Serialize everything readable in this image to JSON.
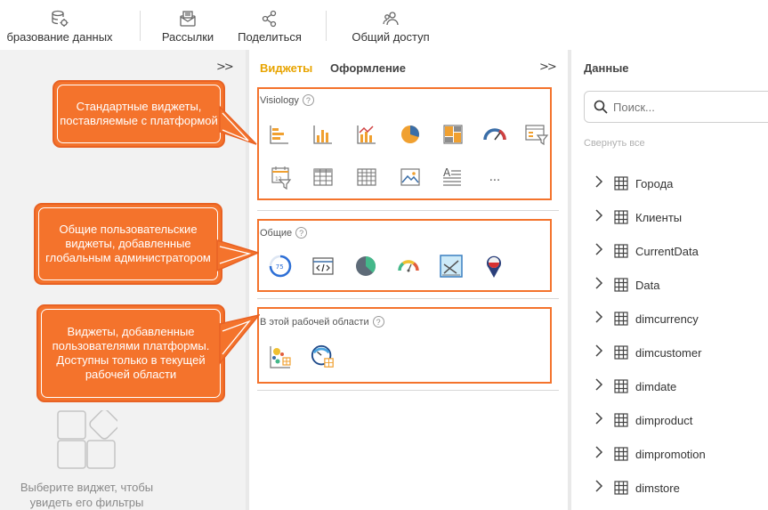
{
  "toolbar": {
    "items": [
      {
        "label": "бразование данных",
        "icon": "database-gear-icon"
      },
      {
        "label": "Рассылки",
        "icon": "mail-icon"
      },
      {
        "label": "Поделиться",
        "icon": "share-icon"
      },
      {
        "label": "Общий доступ",
        "icon": "users-icon"
      }
    ]
  },
  "left_panel": {
    "collapse_label": ">>",
    "placeholder_text": "Выберите виджет, чтобы увидеть его фильтры"
  },
  "mid_panel": {
    "tabs": [
      {
        "label": "Виджеты",
        "active": true
      },
      {
        "label": "Оформление",
        "active": false
      }
    ],
    "collapse_label": ">>",
    "groups": [
      {
        "title": "Visiology",
        "help": "?",
        "widgets": [
          "horizontal-bar-chart-icon",
          "bar-chart-icon",
          "bar-line-chart-icon",
          "pie-chart-icon",
          "treemap-icon",
          "gauge-icon",
          "table-filter-icon",
          "date-filter-icon",
          "table-icon",
          "pivot-table-icon",
          "image-icon",
          "text-icon",
          "more-icon"
        ],
        "more_label": "..."
      },
      {
        "title": "Общие",
        "help": "?",
        "widgets": [
          "progress-ring-icon",
          "html-widget-icon",
          "donut-chart-icon",
          "speedometer-icon",
          "image-widget-icon",
          "map-pin-icon"
        ],
        "progress_value": "75"
      },
      {
        "title": "В этой рабочей области",
        "help": "?",
        "widgets": [
          "bubble-chart-icon",
          "clock-gauge-icon"
        ]
      }
    ]
  },
  "callouts": [
    {
      "text": "Стандартные виджеты, поставляемые с платформой"
    },
    {
      "text": "Общие пользовательские виджеты, добавленные глобальным администратором"
    },
    {
      "text": "Виджеты, добавленные пользователями платформы. Доступны только в текущей рабочей области"
    }
  ],
  "right_panel": {
    "title": "Данные",
    "search_placeholder": "Поиск...",
    "collapse_all": "Свернуть все",
    "tables": [
      "Города",
      "Клиенты",
      "CurrentData",
      "Data",
      "dimcurrency",
      "dimcustomer",
      "dimdate",
      "dimproduct",
      "dimpromotion",
      "dimstore"
    ]
  },
  "colors": {
    "accent": "#e8a400",
    "callout": "#f4732c",
    "panel_bg": "#f2f2f2"
  }
}
